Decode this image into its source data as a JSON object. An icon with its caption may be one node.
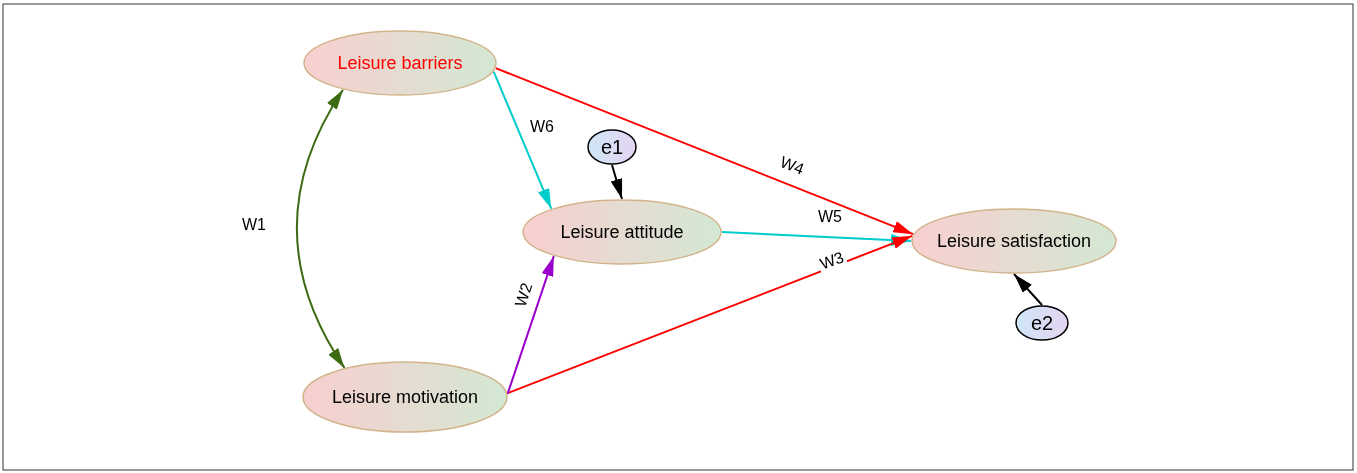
{
  "diagram": {
    "nodes": [
      {
        "text": [
          "Leisure barriers"
        ]
      },
      {
        "text": [
          "e1"
        ]
      },
      {
        "text": [
          "Leisure attitude"
        ]
      },
      {
        "text": [
          "Leisure satisfaction"
        ]
      },
      {
        "text": [
          "e2"
        ]
      },
      {
        "text": [
          "Leisure motivation"
        ]
      }
    ],
    "edges": [
      {
        "from": 0,
        "to": 5,
        "arrow": "both",
        "label": "W1",
        "color": "#3d6b12"
      },
      {
        "from": 0,
        "to": 2,
        "arrow": "to",
        "label": "W6",
        "color": "#00cccc"
      },
      {
        "from": 0,
        "to": 3,
        "arrow": "to",
        "label": "W4",
        "color": "#ff0000"
      },
      {
        "from": 2,
        "to": 3,
        "arrow": "to",
        "label": "W5",
        "color": "#00cccc"
      },
      {
        "from": 5,
        "to": 3,
        "arrow": "to",
        "label": "W3",
        "color": "#ff0000"
      },
      {
        "from": 5,
        "to": 2,
        "arrow": "to",
        "label": "W2",
        "color": "#9900cc"
      },
      {
        "from": 1,
        "to": 2,
        "arrow": "to",
        "color": "#000000"
      },
      {
        "from": 4,
        "to": 3,
        "arrow": "to",
        "color": "#000000"
      }
    ]
  }
}
